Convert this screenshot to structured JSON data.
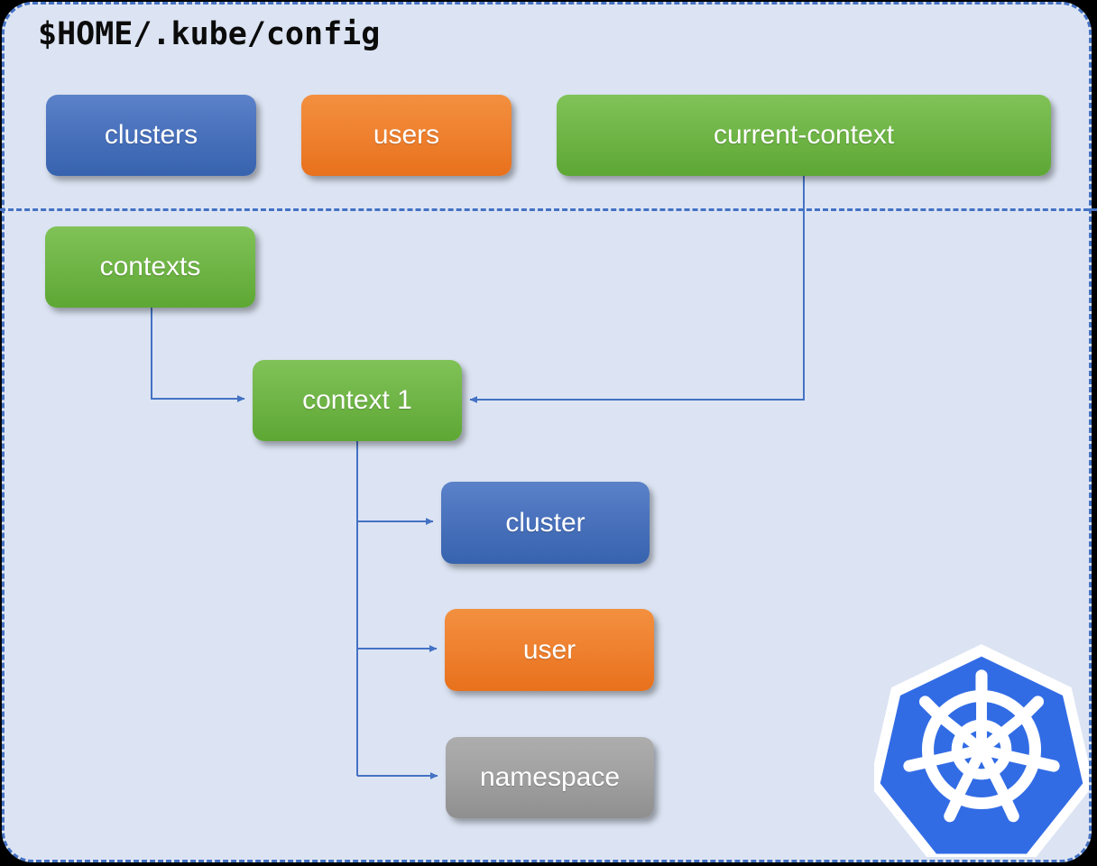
{
  "diagram": {
    "title": "$HOME/.kube/config",
    "background_color": "#dce4f3",
    "frame_color": "#4472c4",
    "connector_color": "#4472c4",
    "nodes": [
      {
        "id": "clusters",
        "label": "clusters",
        "color": "#4a72bd",
        "group": "top"
      },
      {
        "id": "users",
        "label": "users",
        "color": "#ef8231",
        "group": "top"
      },
      {
        "id": "current-context",
        "label": "current-context",
        "color": "#71b648",
        "group": "top"
      },
      {
        "id": "contexts",
        "label": "contexts",
        "color": "#71b648",
        "group": "detail"
      },
      {
        "id": "context1",
        "label": "context 1",
        "color": "#71b648",
        "group": "detail"
      },
      {
        "id": "cluster",
        "label": "cluster",
        "color": "#4a72bd",
        "group": "detail"
      },
      {
        "id": "user",
        "label": "user",
        "color": "#ef8231",
        "group": "detail"
      },
      {
        "id": "namespace",
        "label": "namespace",
        "color": "#a2a2a2",
        "group": "detail"
      }
    ],
    "edges": [
      {
        "from": "contexts",
        "to": "context1"
      },
      {
        "from": "current-context",
        "to": "context1"
      },
      {
        "from": "context1",
        "to": "cluster"
      },
      {
        "from": "context1",
        "to": "user"
      },
      {
        "from": "context1",
        "to": "namespace"
      }
    ],
    "logo": {
      "name": "kubernetes-logo",
      "fill": "#326ce5",
      "stroke": "#ffffff"
    }
  }
}
